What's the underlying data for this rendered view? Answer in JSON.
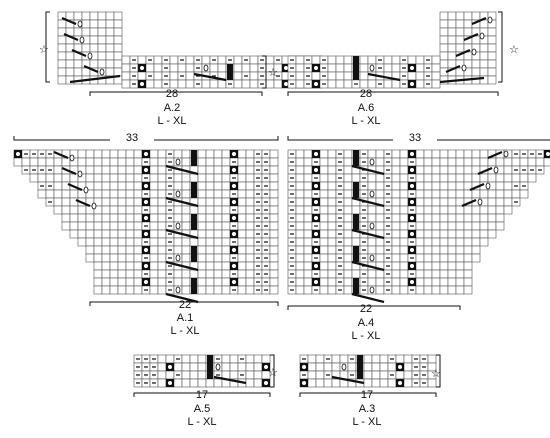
{
  "diagrams": [
    {
      "id": "A.2",
      "name": "A.2",
      "size": "L - XL",
      "width_stitches": "28",
      "star_left": "☆",
      "star_right": "☆"
    },
    {
      "id": "A.6",
      "name": "A.6",
      "size": "L - XL",
      "width_stitches": "28",
      "star_right": "☆"
    },
    {
      "id": "A.1",
      "name": "A.1",
      "size": "L - XL",
      "top_count": "33",
      "bottom_count": "22"
    },
    {
      "id": "A.4",
      "name": "A.4",
      "size": "L - XL",
      "top_count": "33",
      "bottom_count": "22"
    },
    {
      "id": "A.5",
      "name": "A.5",
      "size": "L - XL",
      "width_stitches": "17",
      "star_right": "☆"
    },
    {
      "id": "A.3",
      "name": "A.3",
      "size": "L - XL",
      "width_stitches": "17",
      "star_right": "☆"
    }
  ],
  "symbols": {
    "purl": "dash-mark",
    "eyelet": "open-circle",
    "cable": "black-bar",
    "decrease": "slanted-line"
  },
  "colors": {
    "grid_line": "#555555",
    "ink": "#111111",
    "background": "#ffffff"
  }
}
